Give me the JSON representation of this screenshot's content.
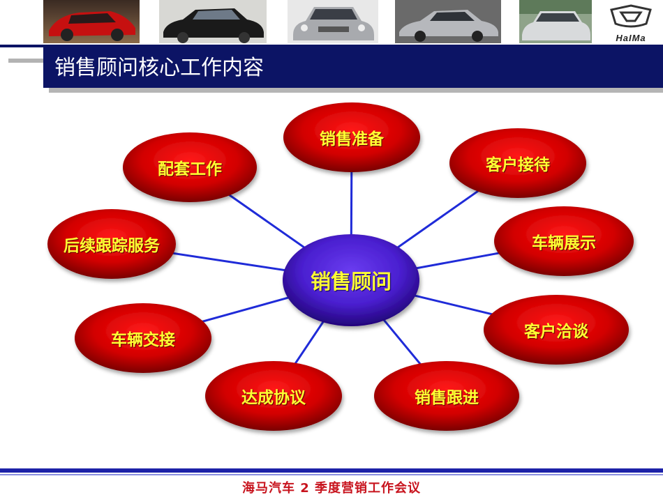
{
  "header": {
    "logo_text": "HaIMa",
    "car_photos": [
      "red-hatchback-photo",
      "black-sedan-photo",
      "silver-sedan-front-photo",
      "silver-sedan-side-photo",
      "white-sedan-photo"
    ]
  },
  "title": "销售顾问核心工作内容",
  "diagram": {
    "center": "销售顾问",
    "nodes": [
      {
        "id": "sales-prep",
        "label": "销售准备"
      },
      {
        "id": "reception",
        "label": "客户接待"
      },
      {
        "id": "vehicle-display",
        "label": "车辆展示"
      },
      {
        "id": "negotiation",
        "label": "客户洽谈"
      },
      {
        "id": "follow-up",
        "label": "销售跟进"
      },
      {
        "id": "agreement",
        "label": "达成协议"
      },
      {
        "id": "delivery",
        "label": "车辆交接"
      },
      {
        "id": "after-service",
        "label": "后续跟踪服务"
      },
      {
        "id": "support-work",
        "label": "配套工作"
      }
    ],
    "colors": {
      "node": "#d40000",
      "node_dark": "#7a0000",
      "center": "#4a1fd0",
      "center_dark": "#22047a",
      "connector": "#1f2bd8",
      "label": "#ffff33"
    }
  },
  "footer": {
    "text": "海马汽车 2 季度营销工作会议"
  }
}
